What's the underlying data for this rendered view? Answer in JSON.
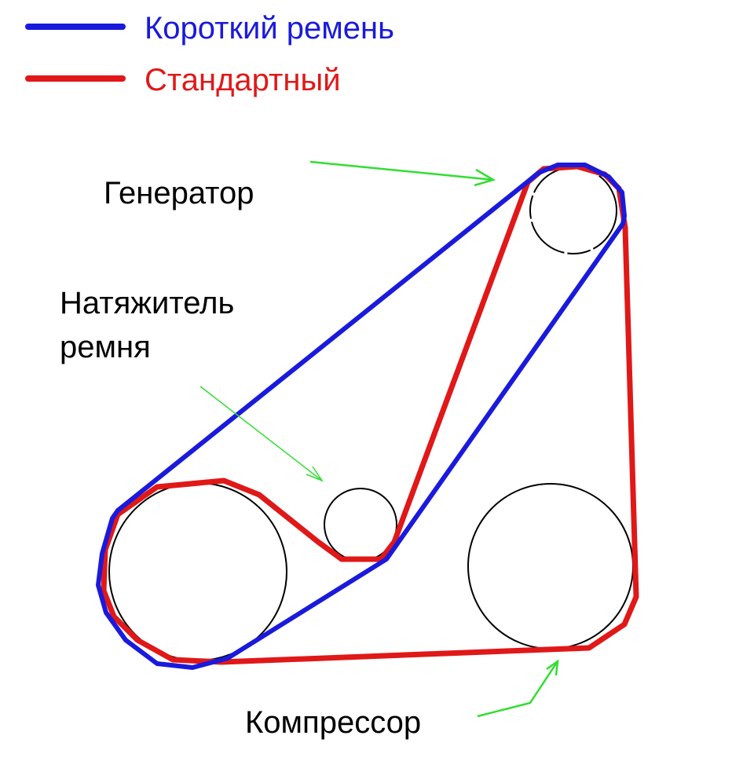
{
  "legend": {
    "short_belt": {
      "label": "Короткий ремень",
      "color": "#1a1adc"
    },
    "standard_belt": {
      "label": "Стандартный",
      "color": "#e01818"
    }
  },
  "labels": {
    "generator": "Генератор",
    "tensioner_line1": "Натяжитель",
    "tensioner_line2": "ремня",
    "compressor": "Компрессор"
  },
  "colors": {
    "pulley_outline": "#000000",
    "pointer_arrow": "#33dd33",
    "label_text": "#000000"
  }
}
